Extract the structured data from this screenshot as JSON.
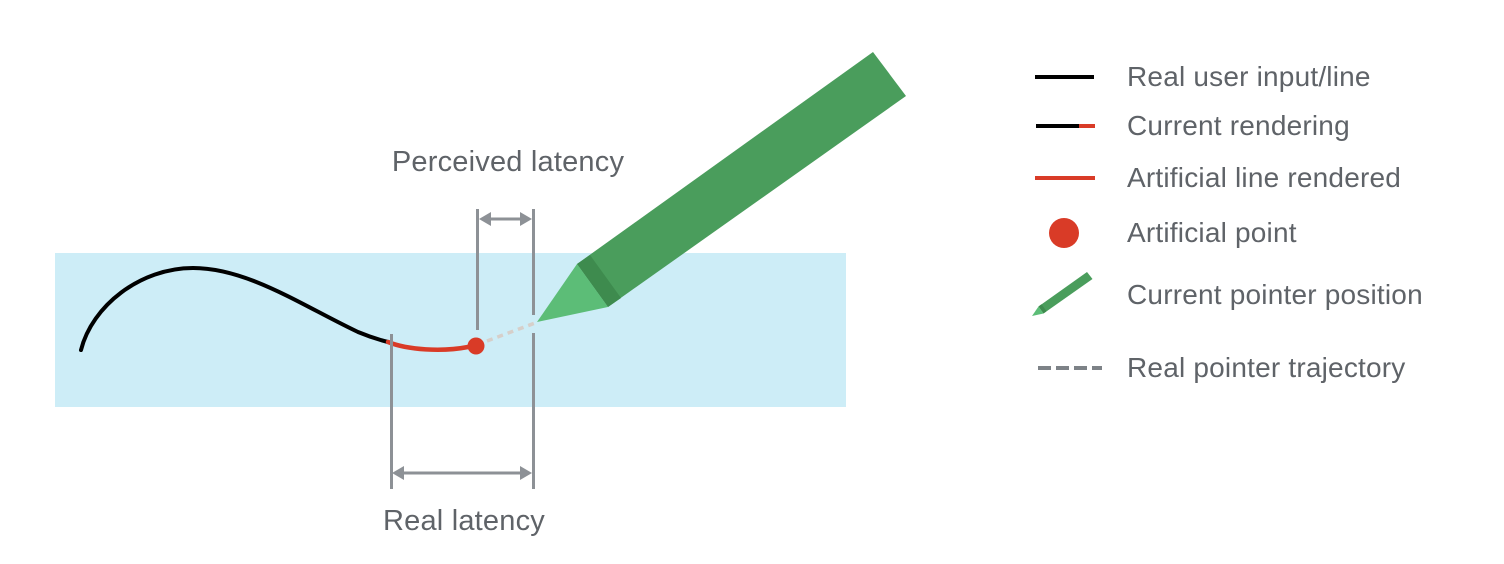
{
  "figure": {
    "perceived_latency_label": "Perceived latency",
    "real_latency_label": "Real latency"
  },
  "legend": {
    "items": [
      {
        "id": "real-user-input-line",
        "swatch": "black-line",
        "label": "Real user input/line"
      },
      {
        "id": "current-rendering",
        "swatch": "black-red-line",
        "label": "Current rendering"
      },
      {
        "id": "artificial-line-rendered",
        "swatch": "red-line",
        "label": "Artificial line rendered"
      },
      {
        "id": "artificial-point",
        "swatch": "red-dot",
        "label": "Artificial point"
      },
      {
        "id": "current-pointer-position",
        "swatch": "green-pencil",
        "label": "Current pointer position"
      },
      {
        "id": "real-pointer-trajectory",
        "swatch": "gray-dashes",
        "label": "Real pointer trajectory"
      }
    ]
  },
  "colors": {
    "surface_band": "#cdedf7",
    "real_input_black": "#000000",
    "artificial_red": "#d93b27",
    "pencil_body_green": "#4a9d5c",
    "pencil_facet_green": "#3e8b4e",
    "pencil_tip_green": "#5cbd77",
    "measure_gray": "#8d9196",
    "trajectory_dash_gray": "#d6cfca",
    "legend_dash_gray": "#7d8287",
    "text_gray": "#5f6368"
  }
}
